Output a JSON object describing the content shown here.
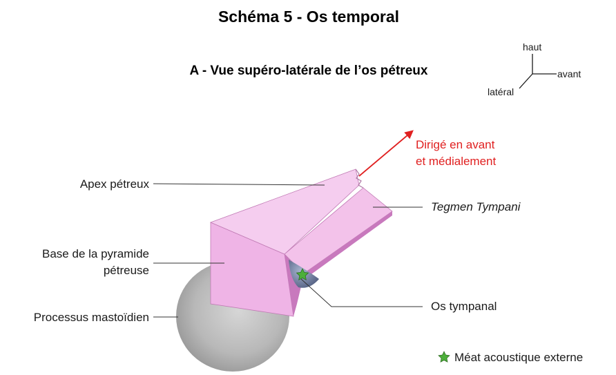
{
  "title": "Schéma 5 - Os temporal",
  "subtitle": "A - Vue supéro-latérale de l’os pétreux",
  "orientation": {
    "up": "haut",
    "front": "avant",
    "lateral": "latéral"
  },
  "direction_note": {
    "line1": "Dirigé en avant",
    "line2": "et médialement",
    "color": "#e02020"
  },
  "labels": {
    "apex": "Apex pétreux",
    "tegmen": "Tegmen Tympani",
    "base_line1": "Base de la pyramide",
    "base_line2": "pétreuse",
    "mastoid": "Processus mastoïdien",
    "tympanal": "Os tympanal"
  },
  "legend": {
    "star_label": "Méat acoustique externe",
    "star_color": "#4caf3a"
  },
  "colors": {
    "pyramid_top": "#f5cdef",
    "pyramid_front": "#efb4e6",
    "pyramid_dark": "#c879bd",
    "mastoid": "#b9b9b9",
    "tympanal": "#7b89a8"
  }
}
